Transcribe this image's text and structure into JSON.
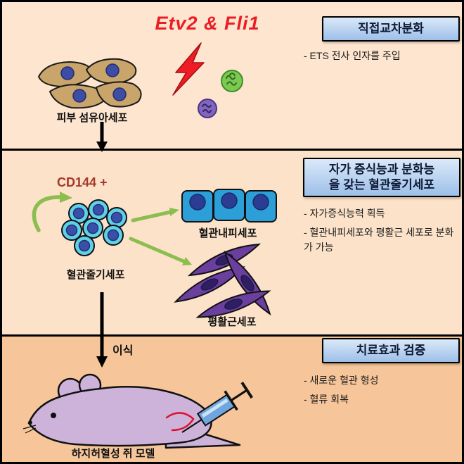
{
  "top": {
    "factors": "Etv2 & Fli1",
    "cell_label": "피부 섬유아세포",
    "box_title": "직접교차분화",
    "bullets": [
      "- ETS 전사 인자를 주입"
    ]
  },
  "middle": {
    "marker": "CD144 +",
    "stem_label": "혈관줄기세포",
    "endothelial_label": "혈관내피세포",
    "smooth_muscle_label": "평활근세포",
    "box_title": "자가 증식능과 분화능\n을 갖는 혈관줄기세포",
    "bullets": [
      "- 자가증식능력 획득",
      "- 혈관내피세포와 평활근 세포로 분화가 가능"
    ]
  },
  "bottom": {
    "transplant_label": "이식",
    "model_label": "하지허혈성 쥐 모델",
    "box_title": "치료효과 검증",
    "bullets": [
      "- 새로운 혈관 형성",
      "- 혈류 회복"
    ]
  },
  "colors": {
    "section_top_bg": "#fde5cf",
    "section_middle_bg": "#fbe2c9",
    "section_bottom_bg": "#f6c69a",
    "box_gradient_top": "#dbe9f9",
    "box_gradient_bottom": "#9dbfe8",
    "factors_red": "#ed1c24",
    "cd144_red": "#a6392a",
    "lightning_red": "#ee1c24",
    "fibroblast_fill": "#c9a46b",
    "stem_cell_fill": "#5fd0ea",
    "endothelial_fill": "#2d9fd8",
    "smooth_muscle_fill": "#6a3f9e",
    "nucleus_blue": "#3a4fa8",
    "green_arrow": "#8cbd4f",
    "virus_green": "#7cc952",
    "virus_purple": "#8266bd",
    "mouse_fill": "#cdb3da",
    "syringe_fill": "#6fa6de",
    "artery_red": "#e01030"
  }
}
